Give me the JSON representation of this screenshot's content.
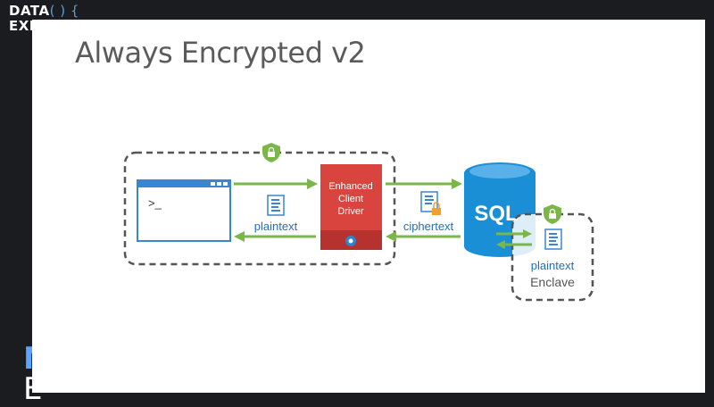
{
  "logo": {
    "line1": "DATA",
    "brackets": "( ) {",
    "line2": "EXPOSED",
    "colon": ":"
  },
  "side_mark": {
    "top": "M",
    "bottom": "E"
  },
  "slide": {
    "title": "Always Encrypted v2",
    "terminal_prompt": ">_",
    "driver_line1": "Enhanced",
    "driver_line2": "Client",
    "driver_line3": "Driver",
    "label_plaintext_client": "plaintext",
    "label_ciphertext": "ciphertext",
    "sql_label": "SQL",
    "label_plaintext_enclave": "plaintext",
    "enclave_label": "Enclave"
  },
  "colors": {
    "arrow": "#7ab648",
    "driver": "#d9443f",
    "sql": "#1b8fd6",
    "accent_text": "#1f6fb8",
    "lock": "#7ab648",
    "orange_lock": "#f0a030"
  }
}
